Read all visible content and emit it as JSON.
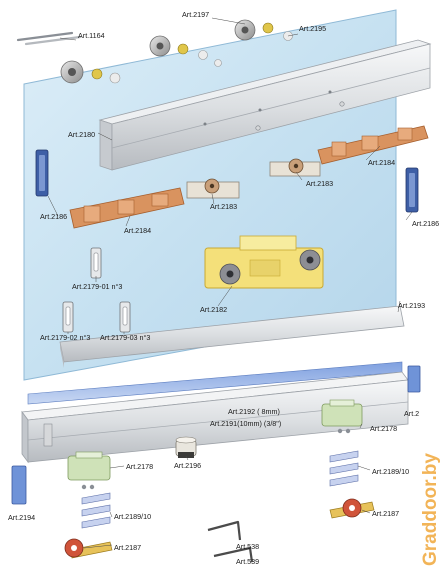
{
  "watermark": "Graddoor.by",
  "labels": {
    "a1164": "Art.1164",
    "a2197": "Art.2197",
    "a2195": "Art.2195",
    "a2180": "Art.2180",
    "a2184_right": "Art.2184",
    "a2183_right": "Art.2183",
    "a2186_right": "Art.2186",
    "a2186_left": "Art.2186",
    "a2183_left": "Art.2183",
    "a2184_left": "Art.2184",
    "a2179_01": "Art.2179-01 n°3",
    "a2182": "Art.2182",
    "a2193": "Art.2193",
    "a2179_02": "Art.2179-02 n°3",
    "a2179_03": "Art.2179-03 n°3",
    "a2192": "Art.2192 ( 8mm)",
    "a2191": "Art.2191(10mm) (3/8\")",
    "a2_partial": "Art.2",
    "a2178_right": "Art.2178",
    "a2178_left": "Art.2178",
    "a2196": "Art.2196",
    "a2189_right": "Art.2189/10",
    "a2194": "Art.2194",
    "a2189_left": "Art.2189/10",
    "a2187_right": "Art.2187",
    "a538": "Art.538",
    "a2187_left": "Art.2187",
    "a539": "Art.539"
  },
  "colors": {
    "glass": "#cfe6f3",
    "glass_edge": "#9cc3dc",
    "aluminium": "#e6e8ea",
    "aluminium_dark": "#a9adb2",
    "bracket": "#d9935f",
    "bracket_dark": "#a65f2e",
    "carriage": "#f4e07a",
    "carriage_dark": "#c9a933",
    "guide_green": "#cfe2b8",
    "watermark": "#f2b457"
  }
}
